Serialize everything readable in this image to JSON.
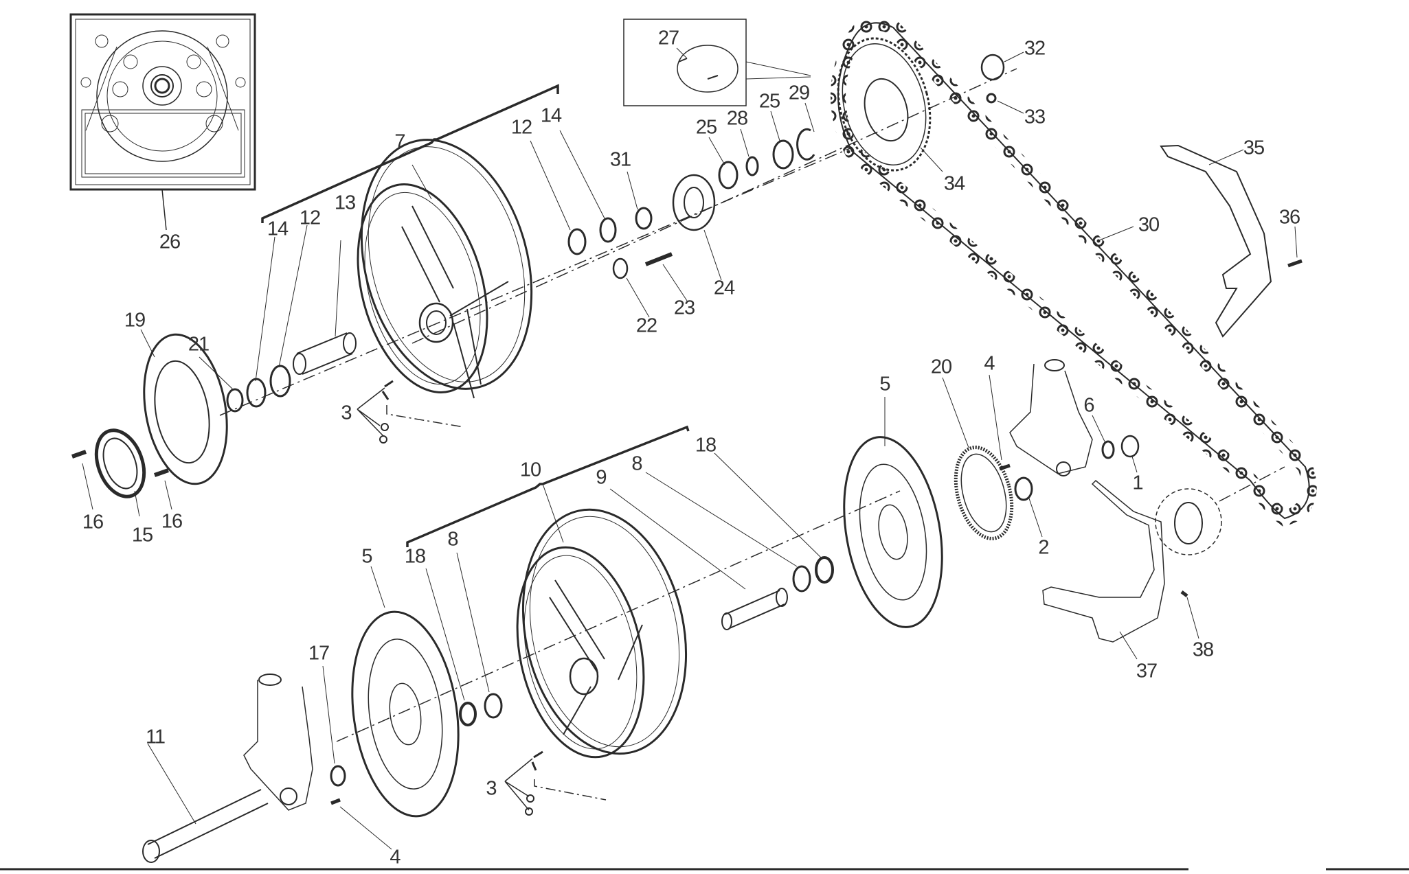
{
  "diagram": {
    "title": "Exploded view: wheels, brake discs and final drive",
    "colors": {
      "ink": "#2a2a2a",
      "background": "#ffffff"
    },
    "callouts": [
      {
        "id": "c26",
        "label": "26",
        "part": "inset-sprocket-kit"
      },
      {
        "id": "c7",
        "label": "7",
        "part": "rear-wheel-assembly"
      },
      {
        "id": "c14a",
        "label": "14",
        "part": "seal-ring"
      },
      {
        "id": "c12a",
        "label": "12",
        "part": "bearing"
      },
      {
        "id": "c13",
        "label": "13",
        "part": "spacer-tube"
      },
      {
        "id": "c12b",
        "label": "12",
        "part": "bearing"
      },
      {
        "id": "c14b",
        "label": "14",
        "part": "seal-ring"
      },
      {
        "id": "c31",
        "label": "31",
        "part": "spacer"
      },
      {
        "id": "c25a",
        "label": "25",
        "part": "seal"
      },
      {
        "id": "c28",
        "label": "28",
        "part": "circlip"
      },
      {
        "id": "c25b",
        "label": "25",
        "part": "seal"
      },
      {
        "id": "c29",
        "label": "29",
        "part": "snap-ring"
      },
      {
        "id": "c27",
        "label": "27",
        "part": "chain-joint-kit"
      },
      {
        "id": "c32",
        "label": "32",
        "part": "bush"
      },
      {
        "id": "c33",
        "label": "33",
        "part": "nut"
      },
      {
        "id": "c34",
        "label": "34",
        "part": "rear-sprocket"
      },
      {
        "id": "c35",
        "label": "35",
        "part": "chain-guard"
      },
      {
        "id": "c36",
        "label": "36",
        "part": "screw"
      },
      {
        "id": "c30",
        "label": "30",
        "part": "chain"
      },
      {
        "id": "c24",
        "label": "24",
        "part": "sprocket-carrier"
      },
      {
        "id": "c23",
        "label": "23",
        "part": "stud"
      },
      {
        "id": "c22",
        "label": "22",
        "part": "bush"
      },
      {
        "id": "c19",
        "label": "19",
        "part": "rear-brake-disc"
      },
      {
        "id": "c21",
        "label": "21",
        "part": "seal"
      },
      {
        "id": "c3a",
        "label": "3",
        "part": "valve"
      },
      {
        "id": "c16a",
        "label": "16",
        "part": "screw"
      },
      {
        "id": "c15",
        "label": "15",
        "part": "tone-wheel"
      },
      {
        "id": "c16b",
        "label": "16",
        "part": "screw"
      },
      {
        "id": "c20",
        "label": "20",
        "part": "tone-wheel"
      },
      {
        "id": "c4a",
        "label": "4",
        "part": "screw"
      },
      {
        "id": "c5a",
        "label": "5",
        "part": "front-brake-disc"
      },
      {
        "id": "c6",
        "label": "6",
        "part": "o-ring"
      },
      {
        "id": "c1",
        "label": "1",
        "part": "spacer"
      },
      {
        "id": "c2",
        "label": "2",
        "part": "spacer"
      },
      {
        "id": "c10",
        "label": "10",
        "part": "front-wheel-assembly"
      },
      {
        "id": "c9",
        "label": "9",
        "part": "spacer-tube"
      },
      {
        "id": "c8a",
        "label": "8",
        "part": "bearing"
      },
      {
        "id": "c18a",
        "label": "18",
        "part": "seal-ring"
      },
      {
        "id": "c5b",
        "label": "5",
        "part": "front-brake-disc"
      },
      {
        "id": "c18b",
        "label": "18",
        "part": "seal-ring"
      },
      {
        "id": "c8b",
        "label": "8",
        "part": "bearing"
      },
      {
        "id": "c17",
        "label": "17",
        "part": "spacer"
      },
      {
        "id": "c11",
        "label": "11",
        "part": "front-axle"
      },
      {
        "id": "c3b",
        "label": "3",
        "part": "valve"
      },
      {
        "id": "c4b",
        "label": "4",
        "part": "screw"
      },
      {
        "id": "c37",
        "label": "37",
        "part": "skid-guard"
      },
      {
        "id": "c38",
        "label": "38",
        "part": "screw"
      }
    ]
  }
}
